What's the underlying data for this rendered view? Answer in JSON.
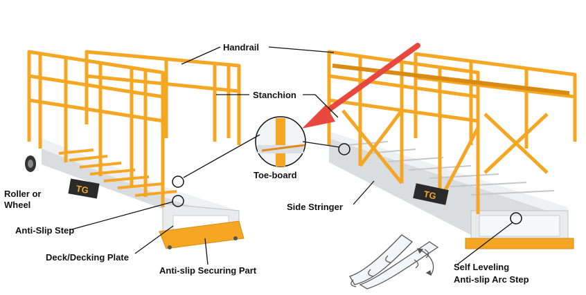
{
  "labels": {
    "handrail": "Handrail",
    "stanchion": "Stanchion",
    "toe_board": "Toe-board",
    "roller_line1": "Roller or",
    "roller_line2": "Wheel",
    "anti_slip_step": "Anti-Slip Step",
    "side_stringer": "Side Stringer",
    "deck_plate": "Deck/Decking Plate",
    "securing_part": "Anti-slip Securing Part",
    "arc_step_line1": "Self Leveling",
    "arc_step_line2": "Anti-slip Arc Step"
  },
  "brand_marks": [
    "TG",
    "TG"
  ],
  "colors": {
    "frame_orange": "#F5A623",
    "frame_shadow": "#D98A12",
    "aluminum": "#E4E6E8",
    "arrow_red": "#E8473E"
  }
}
